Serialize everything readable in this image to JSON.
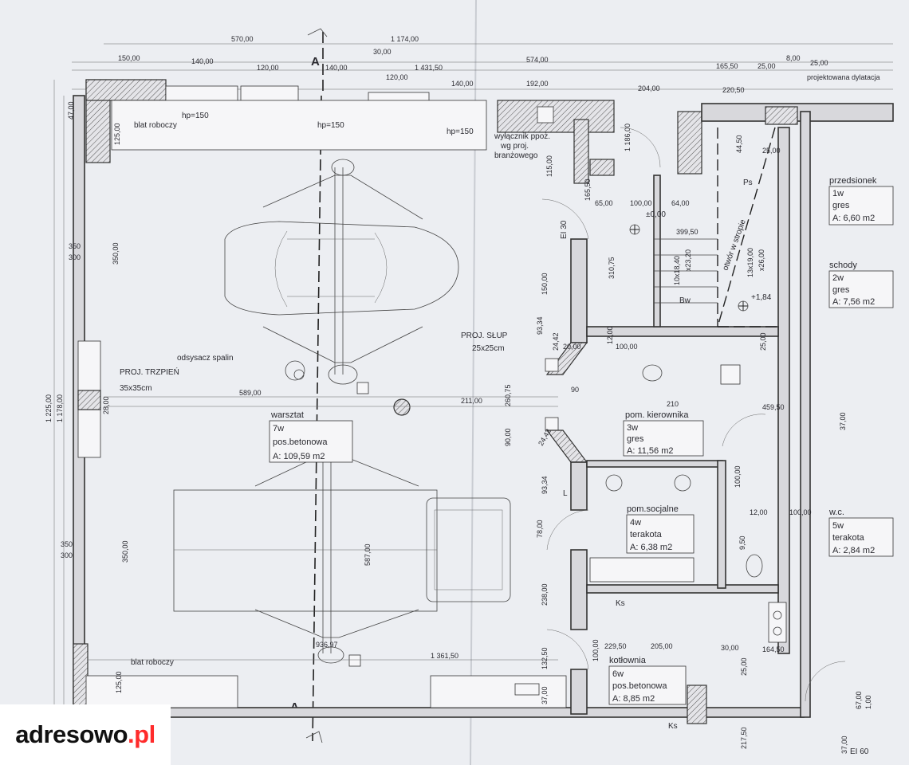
{
  "top_dims": {
    "row1": [
      "570,00",
      "1 174,00"
    ],
    "row2": [
      "30,00",
      "1 431,50"
    ],
    "row3": [
      "150,00",
      "140,00",
      "120,00",
      "140,00",
      "120,00",
      "140,00",
      "574,00",
      "165,50",
      "25,00",
      "8,00",
      "25,00"
    ],
    "row4": [
      "192,00",
      "204,00",
      "220,50"
    ],
    "small": [
      "140",
      "140",
      "140",
      "140"
    ]
  },
  "section_marks": [
    "A",
    "A"
  ],
  "left_dims": [
    "47,00",
    "125,00",
    "1 225,00",
    "1 178,00",
    "350",
    "300",
    "350,00",
    "350",
    "300",
    "350,00",
    "125,00",
    "28,00"
  ],
  "garage_notes": {
    "bench_top": "blat roboczy",
    "bench_bottom": "blat roboczy",
    "hp1": "hp=150",
    "hp2": "hp=150",
    "hp3": "hp=150",
    "exhaust": "odsysacz spalin",
    "pin_label": "PROJ. TRZPIEŃ",
    "pin_size": "35x35cm",
    "col_label": "PROJ. SŁUP",
    "col_size": "25x25cm",
    "switch": "wyłącznik ppoż.",
    "switch2": "wg proj.",
    "switch3": "branżowego",
    "dim_589": "589,00",
    "dim_211": "211,00",
    "dim_587": "587,00",
    "dim_936": "936,97",
    "dim_1361": "1 361,50",
    "projected": "projektowana dylatacja",
    "el30": "EI 30",
    "el60": "EI 60",
    "plus000": "±0,00",
    "plus184": "+1,84",
    "stairs1": "10x18,40",
    "stairs1b": "x23,20",
    "stairs2": "13x19,00",
    "stairs2b": "x26,00",
    "opening": "otwór w stropie",
    "bw": "Bw",
    "ps": "Ps",
    "ks1": "Ks",
    "ks2": "Ks",
    "letter_l": "L"
  },
  "rooms": [
    {
      "name": "warsztat",
      "num": "7w",
      "floor": "pos.betonowa",
      "area": "A: 109,59 m2"
    },
    {
      "name": "pom. kierownika",
      "num": "3w",
      "floor": "gres",
      "area": "A: 11,56 m2"
    },
    {
      "name": "pom.socjalne",
      "num": "4w",
      "floor": "terakota",
      "area": "A: 6,38 m2"
    },
    {
      "name": "kotłownia",
      "num": "6w",
      "floor": "pos.betonowa",
      "area": "A: 8,85 m2"
    },
    {
      "name": "przedsionek",
      "num": "1w",
      "floor": "gres",
      "area": "A: 6,60 m2"
    },
    {
      "name": "schody",
      "num": "2w",
      "floor": "gres",
      "area": "A: 7,56 m2"
    },
    {
      "name": "w.c.",
      "num": "5w",
      "floor": "terakota",
      "area": "A: 2,84 m2"
    }
  ],
  "inner_dims": [
    "100,00",
    "64,00",
    "65,00",
    "399,50",
    "310,75",
    "150,00",
    "93,34",
    "24,42",
    "20,00",
    "100,00",
    "12,00",
    "90",
    "210",
    "459,50",
    "25,00",
    "260,75",
    "90,00",
    "24,42",
    "93,34",
    "78,00",
    "100,00",
    "12,00",
    "100,00",
    "9,50",
    "238,00",
    "132,50",
    "100,00",
    "229,50",
    "205,00",
    "30,00",
    "164,50",
    "25,00",
    "217,50",
    "37,00",
    "37,00",
    "1 186,00",
    "115,00",
    "165,50",
    "25,00",
    "44,50",
    "37,00",
    "67,00",
    "1,00",
    "210"
  ],
  "watermark": {
    "brand": "adresowo",
    ".tld": ".pl"
  }
}
